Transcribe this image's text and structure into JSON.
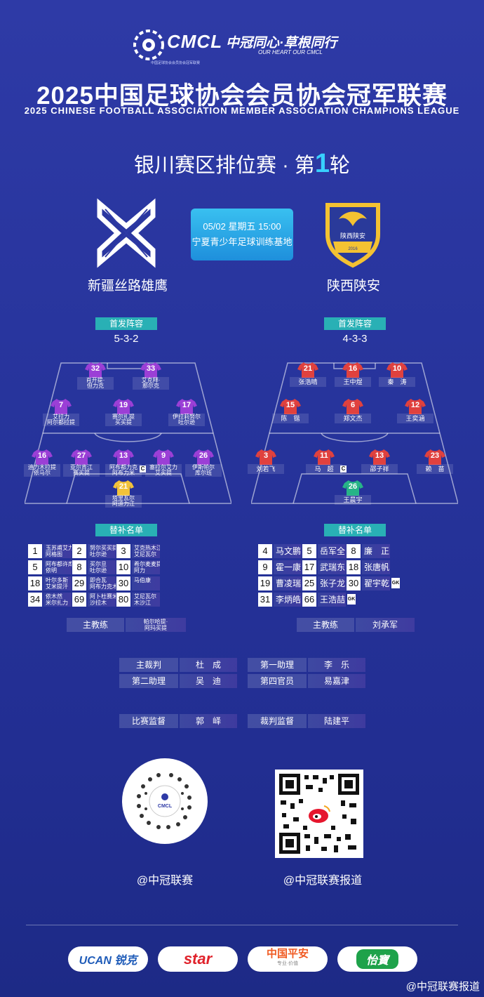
{
  "header": {
    "logo_text": "CMCL",
    "logo_sub": "中国足球协会会员协会冠军联赛",
    "slogan": "中冠同心·草根同行",
    "slogan_en": "OUR HEART OUR CMCL",
    "title": "2025中国足球协会会员协会冠军联赛",
    "title_en": "2025 CHINESE FOOTBALL ASSOCIATION MEMBER ASSOCIATION CHAMPIONS LEAGUE",
    "round_prefix": "银川赛区排位赛 · 第",
    "round_number": "1",
    "round_suffix": "轮"
  },
  "match": {
    "datetime": "05/02 星期五 15:00",
    "venue": "宁夏青少年足球训练基地",
    "home_team": "新疆丝路雄鹰",
    "away_team": "陕西陕安",
    "away_badge_text": "陕西陕安",
    "away_badge_year": "2016"
  },
  "labels": {
    "lineup": "首发阵容",
    "subs": "替补名单",
    "captain": "C",
    "gk": "GK"
  },
  "home": {
    "formation": "5-3-2",
    "color": "#9b3fd6",
    "keeper_color": "#f2c23a",
    "players": [
      {
        "num": "32",
        "name": "肖开提·\n但力克"
      },
      {
        "num": "33",
        "name": "艾克拜·\n那尔克"
      },
      {
        "num": "7",
        "name": "艾拉力\n阿尔都拉提"
      },
      {
        "num": "19",
        "name": "赛尔扎提\n买买提"
      },
      {
        "num": "17",
        "name": "伊拉莉努尔\n吐尔逊"
      },
      {
        "num": "16",
        "name": "迪力木拉提\n依马尔"
      },
      {
        "num": "27",
        "name": "亚尔肯江\n赛买提"
      },
      {
        "num": "13",
        "name": "阿布都力克\n阿布力米"
      },
      {
        "num": "9",
        "name": "塞拉尔艾力\n艾买提"
      },
      {
        "num": "26",
        "name": "伊斯帕尔\n库尔班"
      },
      {
        "num": "21",
        "name": "塔里瓦尔\n阿迪力江"
      }
    ],
    "subs": [
      {
        "num": "1",
        "name": "玉苏甫艾力\n阿格图",
        "gk": true
      },
      {
        "num": "2",
        "name": "努尔买买提\n吐尔逊"
      },
      {
        "num": "3",
        "name": "艾克热木江\n艾尼瓦尔"
      },
      {
        "num": "5",
        "name": "阿布都许库尔\n依明"
      },
      {
        "num": "8",
        "name": "买尔旦\n吐尔逊"
      },
      {
        "num": "10",
        "name": "希尔麦麦提\n阿力"
      },
      {
        "num": "18",
        "name": "叶尔多斯\n艾米提汗"
      },
      {
        "num": "29",
        "name": "即合瓦\n阿布力克木"
      },
      {
        "num": "30",
        "name": "马伯康"
      },
      {
        "num": "34",
        "name": "依木然\n米尔扎力",
        "gk": true
      },
      {
        "num": "69",
        "name": "阿卜杜赛米\n沙拉木"
      },
      {
        "num": "80",
        "name": "艾尼瓦尔\n木沙江"
      }
    ],
    "coach_label": "主教练",
    "coach": "帕尔哈提·\n阿玛买提"
  },
  "away": {
    "formation": "4-3-3",
    "color": "#e0413e",
    "keeper_color": "#27b487",
    "players": [
      {
        "num": "21",
        "name": "张浩晴"
      },
      {
        "num": "16",
        "name": "王中煜"
      },
      {
        "num": "10",
        "name": "秦　涛"
      },
      {
        "num": "15",
        "name": "陈　锴"
      },
      {
        "num": "6",
        "name": "郑文杰"
      },
      {
        "num": "12",
        "name": "王奕涵"
      },
      {
        "num": "3",
        "name": "刘若飞"
      },
      {
        "num": "11",
        "name": "马　超"
      },
      {
        "num": "13",
        "name": "邵子祥"
      },
      {
        "num": "23",
        "name": "赖　苗"
      },
      {
        "num": "26",
        "name": "王晨宇"
      }
    ],
    "subs": [
      {
        "num": "4",
        "name": "马文鹏"
      },
      {
        "num": "5",
        "name": "岳军全"
      },
      {
        "num": "8",
        "name": "廉　正"
      },
      {
        "num": "9",
        "name": "霍一康"
      },
      {
        "num": "17",
        "name": "武瑞东"
      },
      {
        "num": "18",
        "name": "张唐帆"
      },
      {
        "num": "19",
        "name": "曹凌瑞"
      },
      {
        "num": "25",
        "name": "张子龙"
      },
      {
        "num": "30",
        "name": "翟宇乾",
        "gk": true
      },
      {
        "num": "31",
        "name": "李炳皓"
      },
      {
        "num": "66",
        "name": "王浩喆",
        "gk": true
      }
    ],
    "coach_label": "主教练",
    "coach": "刘承军"
  },
  "officials": [
    {
      "role": "主裁判",
      "name": "杜　成"
    },
    {
      "role": "第一助理",
      "name": "李　乐"
    },
    {
      "role": "第二助理",
      "name": "吴　迪"
    },
    {
      "role": "第四官员",
      "name": "易嘉津"
    },
    {
      "role": "比赛监督",
      "name": "郭　峄"
    },
    {
      "role": "裁判监督",
      "name": "陆建平"
    }
  ],
  "social": {
    "douyin": "@中冠联赛",
    "weibo": "@中冠联赛报道",
    "qr_center": "CMCL"
  },
  "sponsors": [
    {
      "name": "UCAN 锐克",
      "color": "#1e5bb8"
    },
    {
      "name": "star",
      "color": "#e0222b"
    },
    {
      "name": "中国平安",
      "sub": "专业·价值",
      "color": "#f05a22"
    },
    {
      "name": "怡寶",
      "color": "#1ea24a"
    }
  ],
  "watermark": "@中冠联赛报道"
}
